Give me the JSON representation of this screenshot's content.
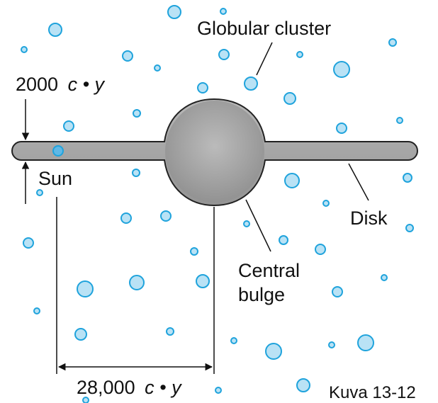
{
  "labels": {
    "globular_cluster": "Globular cluster",
    "disk_thickness_number": "2000",
    "disk_thickness_unit": "c • y",
    "sun": "Sun",
    "disk": "Disk",
    "central_line1": "Central",
    "central_line2": "bulge",
    "distance_number": "28,000",
    "distance_unit": "c • y",
    "figure_caption": "Kuva 13-12"
  },
  "colors": {
    "cluster_fill": "#b9e2f5",
    "cluster_stroke": "#1fa3dc",
    "galaxy_fill": "#a4a4a4",
    "galaxy_stroke": "#222222",
    "sun_fill": "#5fb8e6"
  }
}
